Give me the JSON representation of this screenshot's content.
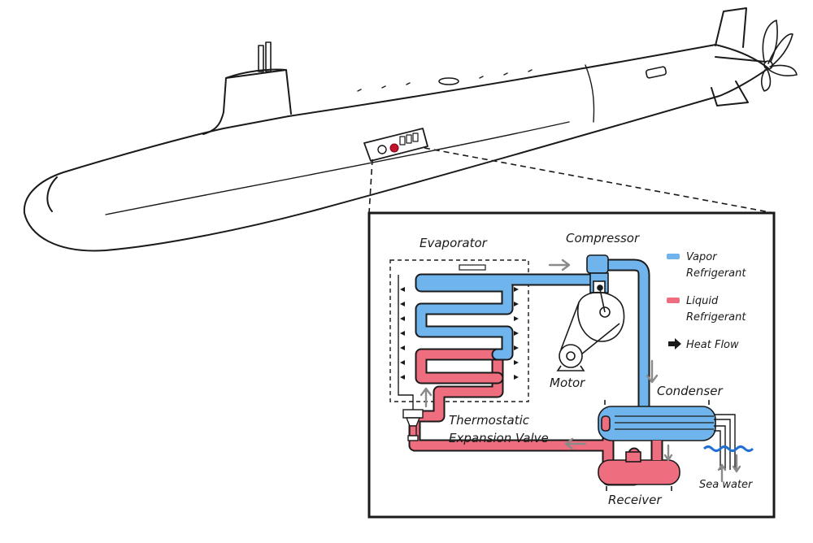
{
  "labels": {
    "evaporator": "Evaporator",
    "compressor": "Compressor",
    "motor": "Motor",
    "condenser": "Condenser",
    "thermostatic_line1": "Thermostatic",
    "thermostatic_line2": "Expansion Valve",
    "receiver": "Receiver",
    "sea_water": "Sea water"
  },
  "legend": {
    "vapor_line1": "Vapor",
    "vapor_line2": "Refrigerant",
    "liquid_line1": "Liquid",
    "liquid_line2": "Refrigerant",
    "heat_flow": "Heat Flow"
  },
  "colors": {
    "vapor": "#6fb4ec",
    "liquid": "#ee6e80",
    "seawater": "#1f6fd6",
    "ink": "#1a1a1a",
    "flow_arrow": "#8a8a8a"
  }
}
